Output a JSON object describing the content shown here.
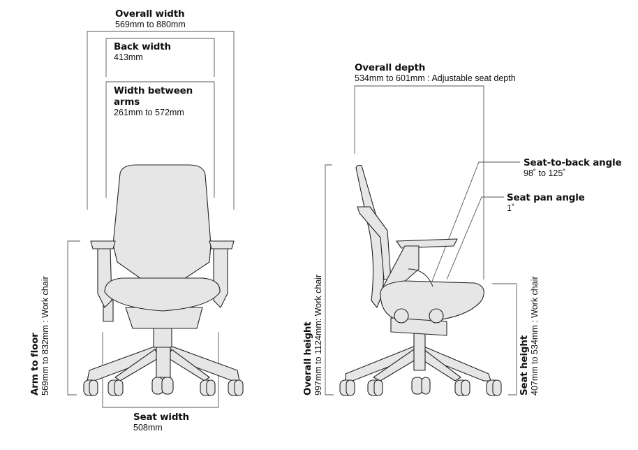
{
  "front_view": {
    "overall_width": {
      "title": "Overall width",
      "value": "569mm to 880mm"
    },
    "back_width": {
      "title": "Back width",
      "value": "413mm"
    },
    "width_between_arms": {
      "title": "Width between arms",
      "value": "261mm to 572mm"
    },
    "arm_to_floor": {
      "title": "Arm to floor",
      "value": "569mm to 832mm : Work chair"
    },
    "seat_width": {
      "title": "Seat width",
      "value": "508mm"
    }
  },
  "side_view": {
    "overall_depth": {
      "title": "Overall depth",
      "value": "534mm to 601mm : Adjustable seat depth"
    },
    "seat_to_back_angle": {
      "title": "Seat-to-back angle",
      "value": "98˚ to 125˚"
    },
    "seat_pan_angle": {
      "title": "Seat pan angle",
      "value": "1˚"
    },
    "overall_height": {
      "title": "Overall height",
      "value": "997mm to 1124mm:  Work chair"
    },
    "seat_height": {
      "title": "Seat height",
      "value": "407mm to 534mm : Work chair"
    }
  }
}
